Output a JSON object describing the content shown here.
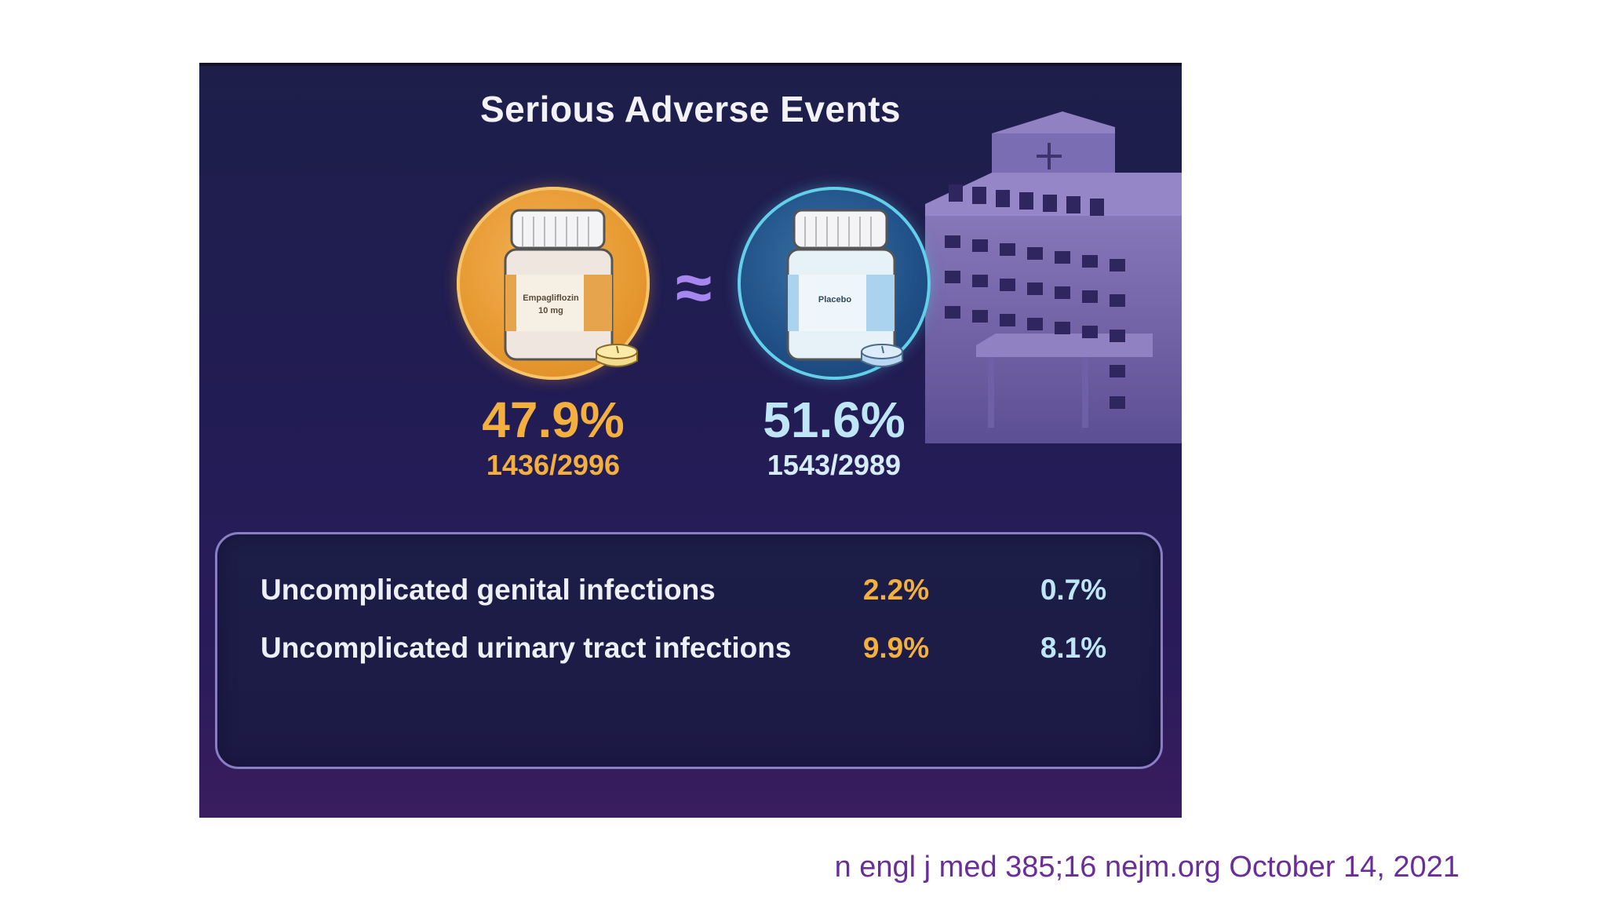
{
  "title": "Serious Adverse Events",
  "drug": {
    "bottle_label_line1": "Empagliflozin",
    "bottle_label_line2": "10 mg",
    "percent": "47.9%",
    "fraction": "1436/2996",
    "color": "#f4b03f"
  },
  "comparison_symbol": "≈",
  "placebo": {
    "bottle_label": "Placebo",
    "percent": "51.6%",
    "fraction": "1543/2989",
    "color": "#bfe6f7"
  },
  "table": {
    "rows": [
      {
        "label": "Uncomplicated genital infections",
        "drug": "2.2%",
        "placebo": "0.7%"
      },
      {
        "label": "Uncomplicated urinary tract infections",
        "drug": "9.9%",
        "placebo": "8.1%"
      }
    ]
  },
  "citation": "n engl j med 385;16 nejm.org October 14, 2021",
  "icons": [
    "pill-bottle-icon",
    "pill-icon",
    "hospital-building-icon"
  ]
}
